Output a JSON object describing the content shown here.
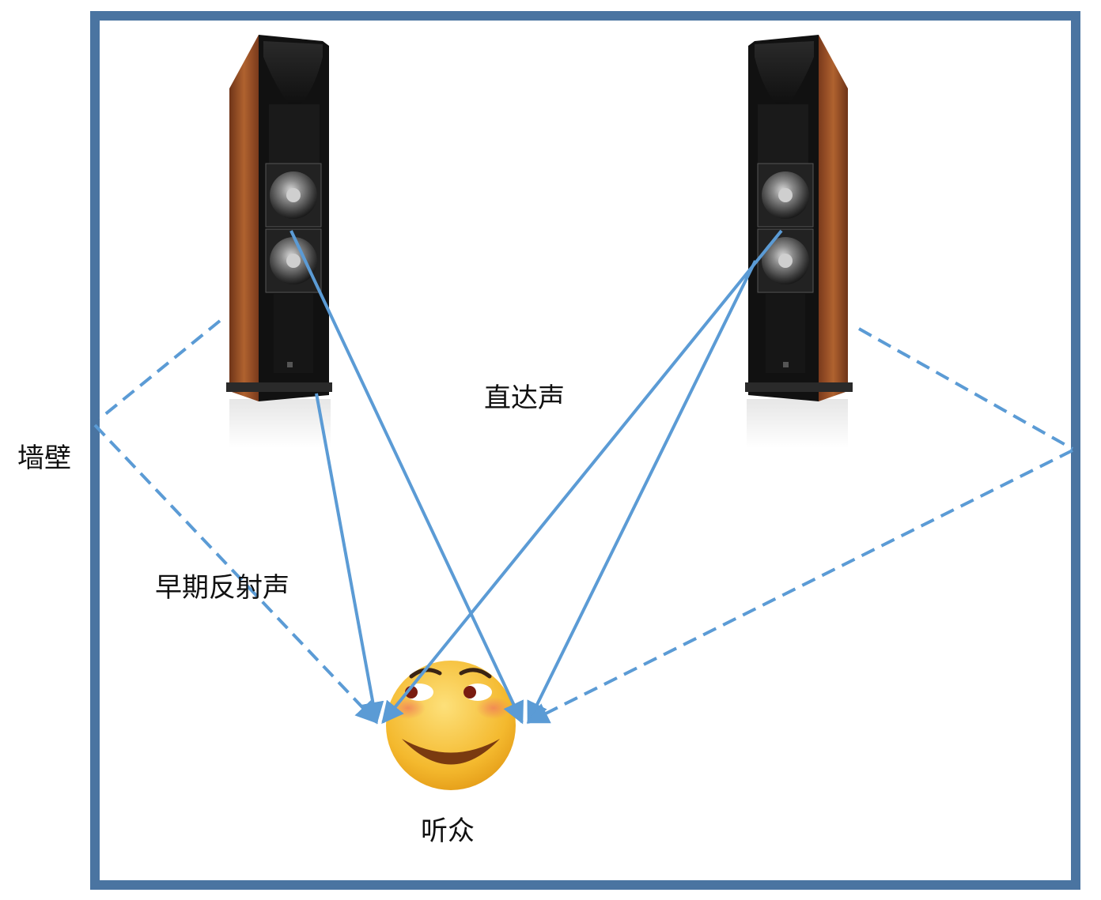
{
  "diagram": {
    "wall_label": "墙壁",
    "direct_sound_label": "直达声",
    "early_reflection_label": "早期反射声",
    "listener_label": "听众"
  },
  "colors": {
    "room_border": "#4a74a1",
    "sound_path": "#5b9bd5",
    "cabinet_wood": "#8a4a26",
    "face_fill": "#f6c63c"
  },
  "icons": {
    "left_speaker": "speaker-icon",
    "right_speaker": "speaker-icon",
    "listener": "smiley-face-icon"
  }
}
